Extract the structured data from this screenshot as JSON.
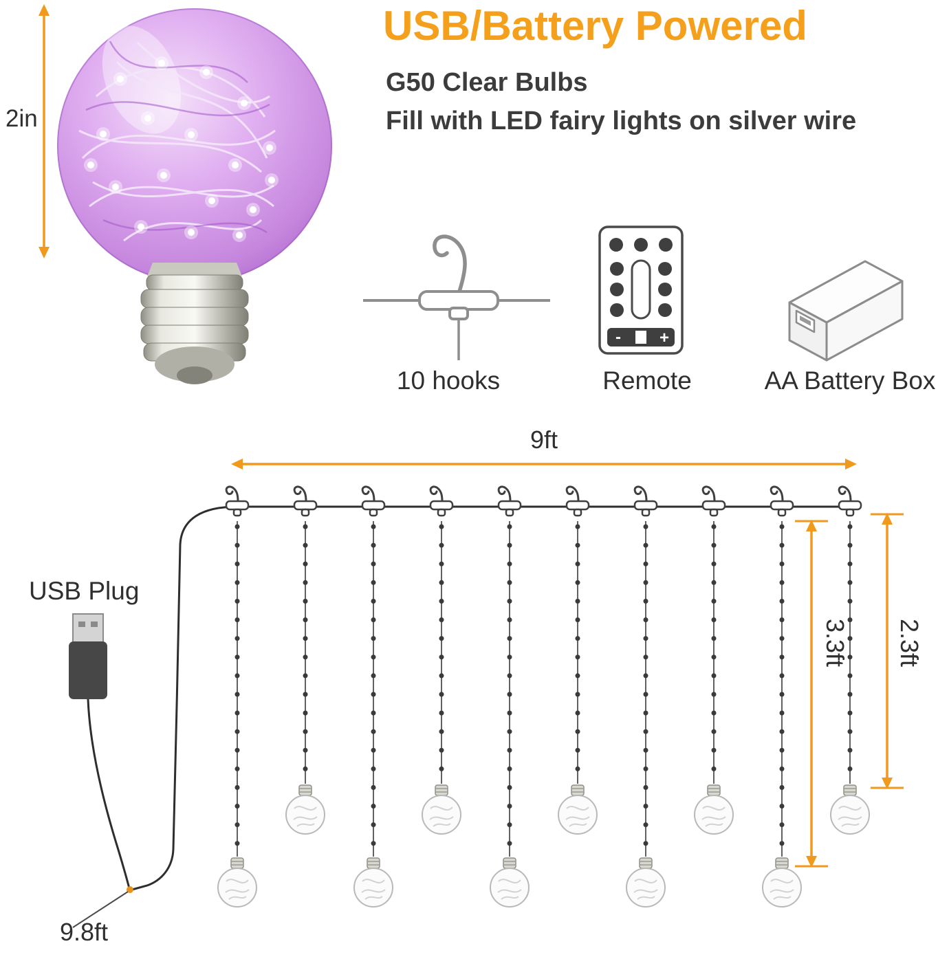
{
  "colors": {
    "accent_orange": "#F5A01C",
    "text_dark": "#2F2F2F",
    "bulb_glass_purple": "#C47FDC",
    "wire_black": "#2E2E2E"
  },
  "header": {
    "title": "USB/Battery Powered",
    "subtitle_lines": [
      "G50 Clear Bulbs",
      "Fill with LED fairy lights on silver wire"
    ]
  },
  "bulb_figure": {
    "height_label": "2in"
  },
  "accessories": [
    {
      "name": "hooks",
      "label": "10 hooks"
    },
    {
      "name": "remote",
      "label": "Remote"
    },
    {
      "name": "battery-box",
      "label": "AA Battery Box"
    }
  ],
  "diagram": {
    "total_width_label": "9ft",
    "usb_plug_label": "USB Plug",
    "lead_wire_label": "9.8ft",
    "long_drop_label": "3.3ft",
    "short_drop_label": "2.3ft",
    "hook_count": 10,
    "bulb_count": 10
  },
  "icons": {
    "hook": "s-hook-with-clip",
    "remote": "remote-control-keypad",
    "battery_box": "battery-box-with-usb-port",
    "usb_plug": "usb-a-plug",
    "bulb": "g50-bulb-with-fairy-lights",
    "remote_minus": "-",
    "remote_plus": "+"
  }
}
